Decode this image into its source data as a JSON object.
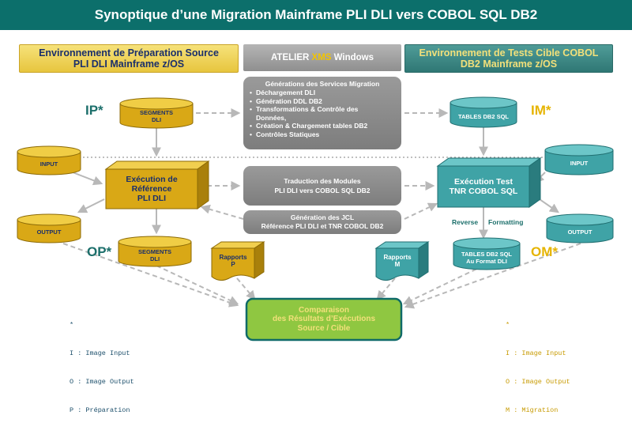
{
  "title": "Synoptique d’une Migration Mainframe PLI DLI vers COBOL SQL DB2",
  "headers": {
    "source_line1": "Environnement de Préparation Source",
    "source_line2": "PLI DLI Mainframe z/OS",
    "atelier_prefix": "ATELIER ",
    "atelier_xms": "XMS",
    "atelier_suffix": " Windows",
    "target_line1": "Environnement de Tests Cible COBOL",
    "target_line2": "DB2 Mainframe z/OS"
  },
  "codes": {
    "ip": "IP*",
    "im": "IM*",
    "op": "OP*",
    "om": "OM*"
  },
  "nodes": {
    "segments_dli_top": [
      "SEGMENTS",
      "DLI"
    ],
    "tables_db2_sql": "TABLES DB2 SQL",
    "input_left": "INPUT",
    "input_right": "INPUT",
    "exec_ref": [
      "Exécution de",
      "Référence",
      "PLI DLI"
    ],
    "exec_test": [
      "Exécution Test",
      "TNR COBOL SQL"
    ],
    "output_left": "OUTPUT",
    "output_right": "OUTPUT",
    "segments_dli_bottom": [
      "SEGMENTS",
      "DLI"
    ],
    "tables_db2_dli": [
      "TABLES DB2 SQL",
      "Au Format DLI"
    ],
    "rapports_p": [
      "Rapports",
      "P"
    ],
    "rapports_m": [
      "Rapports",
      "M"
    ],
    "reverse": "Reverse",
    "formatting": "Formatting",
    "comparaison": [
      "Comparaison",
      "des Résultats d’Exécutions",
      "Source / Cible"
    ]
  },
  "services": {
    "title": "Générations des Services Migration",
    "items": [
      "Déchargement DLI",
      "Génération DDL DB2",
      "Transformations & Contrôle des",
      "Données,",
      "Création & Chargement tables DB2",
      "Contrôles Statiques"
    ],
    "bullet_flags": [
      true,
      true,
      true,
      false,
      true,
      true
    ]
  },
  "traduction": [
    "Traduction des Modules",
    "PLI DLI vers COBOL SQL DB2"
  ],
  "jcl": [
    "Génération des JCL",
    "Référence PLI DLI et TNR COBOL DB2"
  ],
  "legend_left": [
    "*",
    "I : Image Input",
    "O : Image Output",
    "P : Préparation"
  ],
  "legend_right": [
    "*",
    "I : Image Input",
    "O : Image Output",
    "M : Migration"
  ],
  "colors": {
    "banner": "#0c6f6b",
    "gold": "#d9a816",
    "gold_header": "#f2da63",
    "teal": "#3fa3a6",
    "teal_header": "#3f8c88",
    "grey": "#8e8e8e",
    "gold_text": "#e6b400",
    "teal_text": "#1c6f6b"
  }
}
